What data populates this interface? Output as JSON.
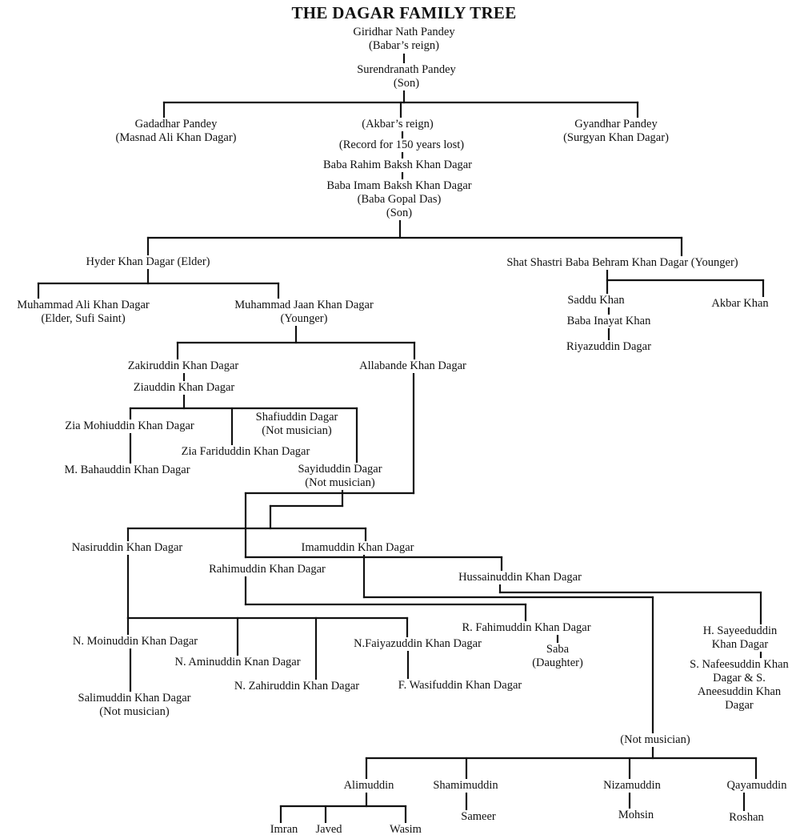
{
  "title": "THE DAGAR FAMILY TREE",
  "nodes": {
    "giridhar": [
      "Giridhar Nath Pandey",
      "(Babar’s reign)"
    ],
    "surendranath": [
      "Surendranath Pandey",
      "(Son)"
    ],
    "gadadhar": [
      "Gadadhar Pandey",
      "(Masnad Ali Khan Dagar)"
    ],
    "akbar_reign": [
      "(Akbar’s reign)"
    ],
    "record_lost": [
      "(Record for 150 years lost)"
    ],
    "rahim_baksh": [
      "Baba Rahim Baksh Khan Dagar"
    ],
    "imam_baksh": [
      "Baba Imam Baksh Khan Dagar",
      "(Baba Gopal Das)",
      "(Son)"
    ],
    "gyandhar": [
      "Gyandhar Pandey",
      "(Surgyan Khan Dagar)"
    ],
    "hyder": [
      "Hyder Khan Dagar (Elder)"
    ],
    "behram": [
      "Shat Shastri Baba Behram Khan Dagar (Younger)"
    ],
    "muhammad_ali": [
      "Muhammad Ali Khan Dagar",
      "(Elder, Sufi Saint)"
    ],
    "muhammad_jaan": [
      "Muhammad Jaan Khan Dagar",
      "(Younger)"
    ],
    "saddu": [
      "Saddu Khan"
    ],
    "akbar_khan": [
      "Akbar Khan"
    ],
    "inayat": [
      "Baba Inayat Khan"
    ],
    "riyazuddin": [
      "Riyazuddin Dagar"
    ],
    "zakiruddin": [
      "Zakiruddin Khan Dagar"
    ],
    "allabande": [
      "Allabande Khan Dagar"
    ],
    "ziauddin": [
      "Ziauddin Khan Dagar"
    ],
    "zia_mohiuddin": [
      "Zia Mohiuddin Khan Dagar"
    ],
    "shafiuddin": [
      "Shafiuddin Dagar",
      "(Not musician)"
    ],
    "zia_fariduddin": [
      "Zia Fariduddin Khan Dagar"
    ],
    "bahauddin": [
      "M. Bahauddin Khan Dagar"
    ],
    "sayiduddin": [
      "Sayiduddin Dagar",
      "(Not musician)"
    ],
    "nasiruddin": [
      "Nasiruddin Khan Dagar"
    ],
    "imamuddin": [
      "Imamuddin Khan Dagar"
    ],
    "rahimuddin": [
      "Rahimuddin Khan Dagar"
    ],
    "hussainuddin": [
      "Hussainuddin Khan Dagar"
    ],
    "fahimuddin": [
      "R. Fahimuddin Khan Dagar"
    ],
    "saba": [
      "Saba",
      "(Daughter)"
    ],
    "moinuddin": [
      "N. Moinuddin Khan Dagar"
    ],
    "aminuddin": [
      "N. Aminuddin Knan Dagar"
    ],
    "faiyazuddin": [
      "N.Faiyazuddin Khan Dagar"
    ],
    "zahiruddin": [
      "N. Zahiruddin Khan Dagar"
    ],
    "wasifuddin": [
      "F. Wasifuddin Khan Dagar"
    ],
    "salimuddin": [
      "Salimuddin Khan Dagar",
      "(Not musician)"
    ],
    "sayeeduddin": [
      "H. Sayeeduddin",
      "Khan Dagar"
    ],
    "nafeesuddin": [
      "S. Nafeesuddin Khan",
      "Dagar & S.",
      "Aneesuddin Khan",
      "Dagar"
    ],
    "not_musician": [
      "(Not musician)"
    ],
    "alimuddin": [
      "Alimuddin"
    ],
    "shamimuddin": [
      "Shamimuddin"
    ],
    "nizamuddin": [
      "Nizamuddin"
    ],
    "qayamuddin": [
      "Qayamuddin"
    ],
    "imran": [
      "Imran"
    ],
    "javed": [
      "Javed"
    ],
    "wasim": [
      "Wasim"
    ],
    "sameer": [
      "Sameer"
    ],
    "mohsin": [
      "Mohsin"
    ],
    "roshan": [
      "Roshan"
    ]
  }
}
